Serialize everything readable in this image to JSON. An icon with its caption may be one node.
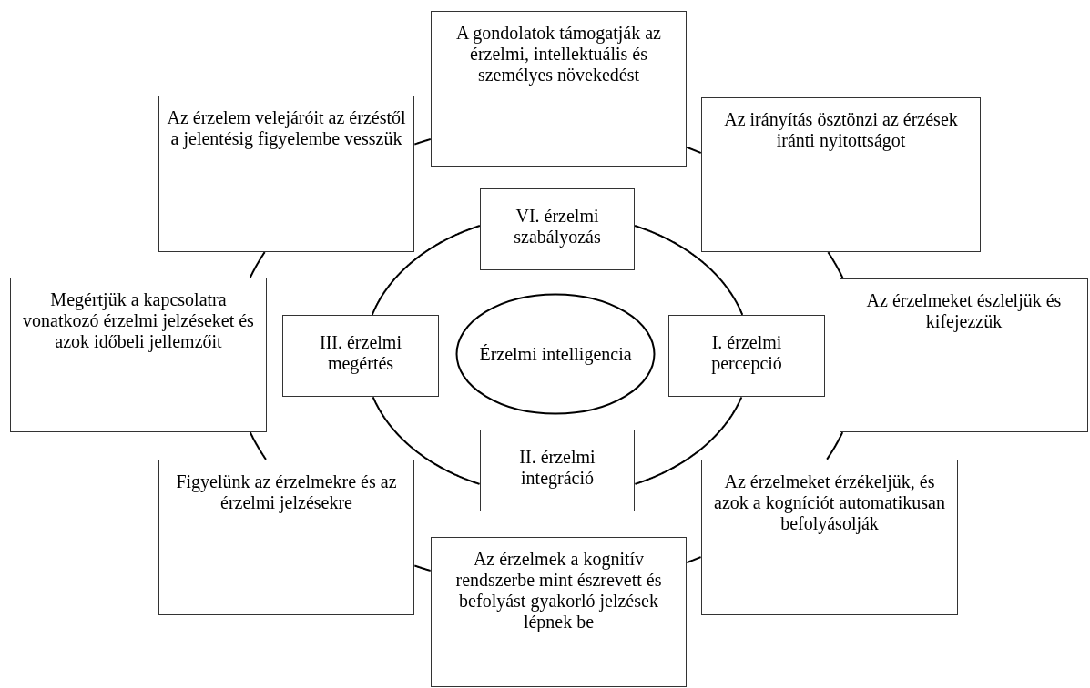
{
  "diagram": {
    "nodes": [
      {
        "text": [
          "A gondolatok támogatják az érzelmi, intellektuális és személyes növekedést"
        ]
      },
      {
        "text": [
          "Az érzelem velejáróit az érzéstől a jelentésig figyelembe vesszük"
        ]
      },
      {
        "text": [
          "Az irányítás ösztönzi az érzések iránti nyitottságot"
        ]
      },
      {
        "text": [
          "VI. érzelmi szabályozás"
        ]
      },
      {
        "text": [
          "Megértjük a kapcsolatra vonatkozó érzelmi jelzéseket és azok időbeli jellemzőit"
        ]
      },
      {
        "text": [
          "III. érzelmi megértés"
        ]
      },
      {
        "text": [
          "Érzelmi intelligencia"
        ]
      },
      {
        "text": [
          "I. érzelmi percepció"
        ]
      },
      {
        "text": [
          "Az érzelmeket észleljük és kifejezzük"
        ]
      },
      {
        "text": [
          "II. érzelmi integráció"
        ]
      },
      {
        "text": [
          "Figyelünk az érzelmekre és az érzelmi jelzésekre"
        ]
      },
      {
        "text": [
          "Az érzelmeket érzékeljük, és azok a kogníciót automatikusan befolyásolják"
        ]
      },
      {
        "text": [
          "Az érzelmek a kognitív rendszerbe mint észrevett és befolyást gyakorló jelzések lépnek be"
        ]
      }
    ],
    "edges": [
      {
        "from": 0,
        "to": 2,
        "arrow": "none"
      },
      {
        "from": 2,
        "to": 8,
        "arrow": "none"
      },
      {
        "from": 8,
        "to": 11,
        "arrow": "none"
      },
      {
        "from": 11,
        "to": 12,
        "arrow": "none"
      },
      {
        "from": 12,
        "to": 10,
        "arrow": "none"
      },
      {
        "from": 10,
        "to": 4,
        "arrow": "none"
      },
      {
        "from": 4,
        "to": 1,
        "arrow": "none"
      },
      {
        "from": 1,
        "to": 0,
        "arrow": "none"
      },
      {
        "from": 3,
        "to": 7,
        "arrow": "none"
      },
      {
        "from": 7,
        "to": 9,
        "arrow": "none"
      },
      {
        "from": 9,
        "to": 5,
        "arrow": "none"
      },
      {
        "from": 5,
        "to": 3,
        "arrow": "none"
      }
    ]
  }
}
